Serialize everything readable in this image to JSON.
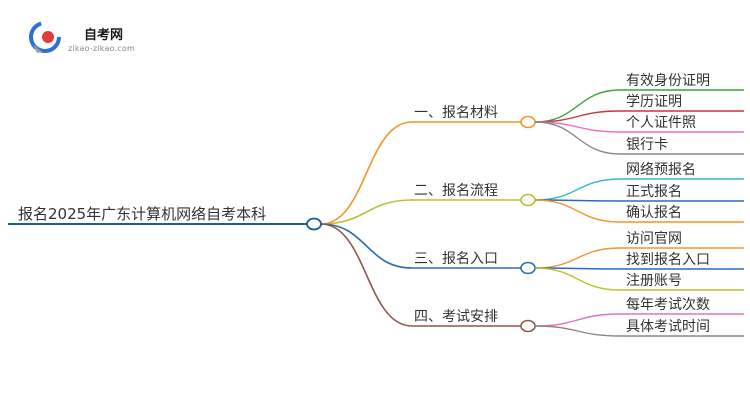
{
  "logo": {
    "name": "自考网",
    "url": "zikao-zikao.com",
    "colors": {
      "blue": "#2d6fd6",
      "red": "#e23b3b",
      "gray": "#9aa0a6"
    }
  },
  "mindmap": {
    "root": {
      "label": "报名2025年广东计算机网络自考本科",
      "color": "#1f5c99"
    },
    "branches": [
      {
        "label": "一、报名材料",
        "color": "#f2942f",
        "children": [
          {
            "label": "有效身份证明",
            "color": "#3aa335"
          },
          {
            "label": "学历证明",
            "color": "#cc3344"
          },
          {
            "label": "个人证件照",
            "color": "#e86fc2"
          },
          {
            "label": "银行卡",
            "color": "#888888"
          }
        ]
      },
      {
        "label": "二、报名流程",
        "color": "#bcbf34",
        "children": [
          {
            "label": "网络预报名",
            "color": "#35b8c8"
          },
          {
            "label": "正式报名",
            "color": "#2a6bb8"
          },
          {
            "label": "确认报名",
            "color": "#f2942f"
          }
        ]
      },
      {
        "label": "三、报名入口",
        "color": "#2a6bb8",
        "children": [
          {
            "label": "访问官网",
            "color": "#f2942f"
          },
          {
            "label": "找到报名入口",
            "color": "#2a6bb8"
          },
          {
            "label": "注册账号",
            "color": "#bcbf34"
          }
        ]
      },
      {
        "label": "四、考试安排",
        "color": "#8a5a4a",
        "children": [
          {
            "label": "每年考试次数",
            "color": "#e86fc2"
          },
          {
            "label": "具体考试时间",
            "color": "#888888"
          }
        ]
      }
    ]
  }
}
